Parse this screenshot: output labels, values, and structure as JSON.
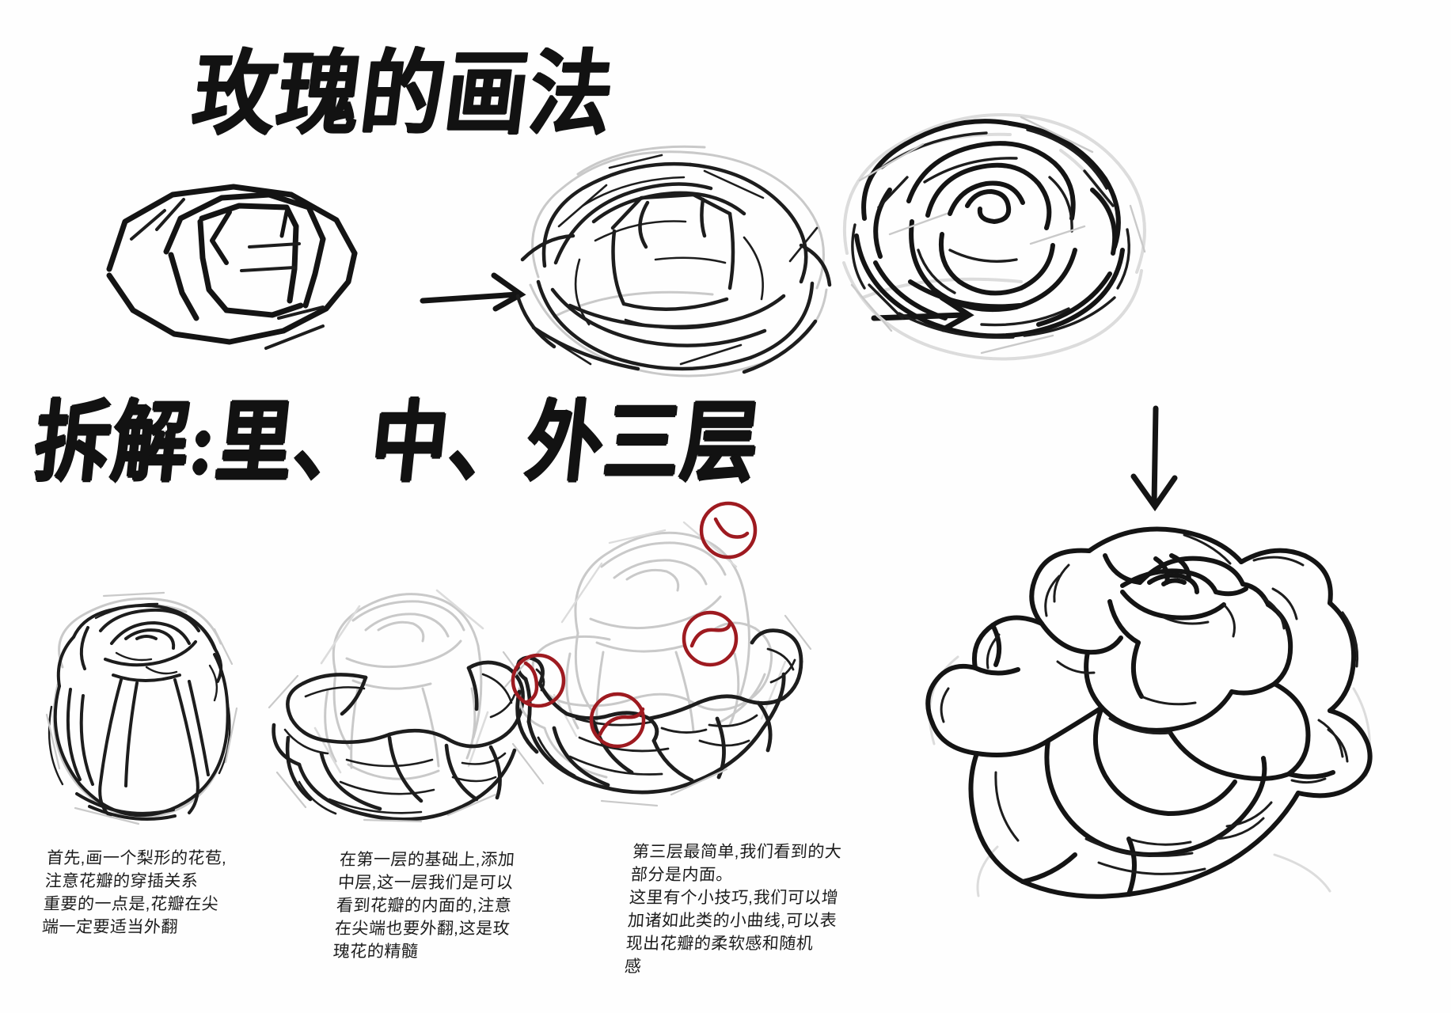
{
  "document": {
    "type": "hand-drawn tutorial sheet",
    "language": "zh-CN",
    "background_color": "#ffffff",
    "ink_color": "#1d1d1d",
    "ghost_color": "#c9c9c9",
    "annotation_color": "#9e1a20"
  },
  "title": {
    "text": "玫瑰的画法"
  },
  "subtitle": {
    "text": "拆解:里、中、外三层"
  },
  "top_row": {
    "steps": [
      {
        "label": "step-1-blocking",
        "caption": ""
      },
      {
        "label": "step-2-sketching",
        "caption": ""
      },
      {
        "label": "step-3-rendering",
        "caption": ""
      }
    ],
    "arrows": [
      {
        "label": "arrow-step1-to-step2",
        "direction": "right"
      },
      {
        "label": "arrow-step2-to-step3",
        "direction": "right"
      },
      {
        "label": "arrow-step3-to-final",
        "direction": "down"
      }
    ]
  },
  "layers": [
    {
      "label": "inner-layer",
      "caption_ref": "captions.0"
    },
    {
      "label": "middle-layer",
      "caption_ref": "captions.1"
    },
    {
      "label": "outer-layer",
      "caption_ref": "captions.2"
    }
  ],
  "captions": [
    "首先,画一个梨形的花苞,\n注意花瓣的穿插关系\n重要的一点是,花瓣在尖\n端一定要适当外翻",
    "在第一层的基础上,添加\n中层,这一层我们是可以\n看到花瓣的内面的,注意\n在尖端也要外翻,这是玫\n瑰花的精髓",
    "第三层最简单,我们看到的大\n部分是内面。\n这里有个小技巧,我们可以增\n加诸如此类的小曲线,可以表\n现出花瓣的柔软感和随机\n感"
  ],
  "annotations": {
    "color": "#9e1a20",
    "count": 4,
    "note": "red circled highlights marking small curve details on outer petals"
  },
  "final_artwork": {
    "label": "final-clean-lineart-rose"
  }
}
